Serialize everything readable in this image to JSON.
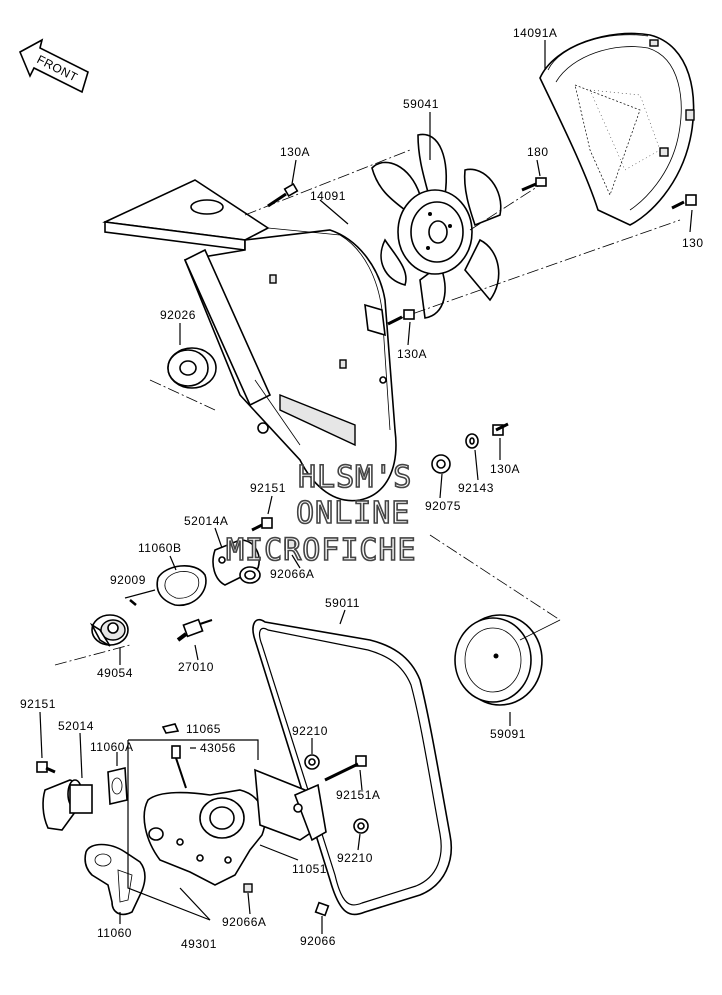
{
  "front_arrow": "FRONT",
  "watermark": [
    "HLSM'S",
    "ONLINE",
    "MICROFICHE"
  ],
  "labels": {
    "p14091A": "14091A",
    "p59041": "59041",
    "p130A_top": "130A",
    "p14091": "14091",
    "p180": "180",
    "p130": "130",
    "p92026": "92026",
    "p130A_mid": "130A",
    "p130A_right": "130A",
    "p92143": "92143",
    "p92075": "92075",
    "p92151_top": "92151",
    "p52014A": "52014A",
    "p11060B": "11060B",
    "p92066A_top": "92066A",
    "p92009": "92009",
    "p59011": "59011",
    "p49054": "49054",
    "p27010": "27010",
    "p59091": "59091",
    "p92151_bot": "92151",
    "p52014": "52014",
    "p11065": "11065",
    "p11060A": "11060A",
    "p43056": "43056",
    "p92210_top": "92210",
    "p92151A": "92151A",
    "p92210_bot": "92210",
    "p11051": "11051",
    "p11060": "11060",
    "p92066A_bot": "92066A",
    "p49301": "49301",
    "p92066": "92066"
  }
}
